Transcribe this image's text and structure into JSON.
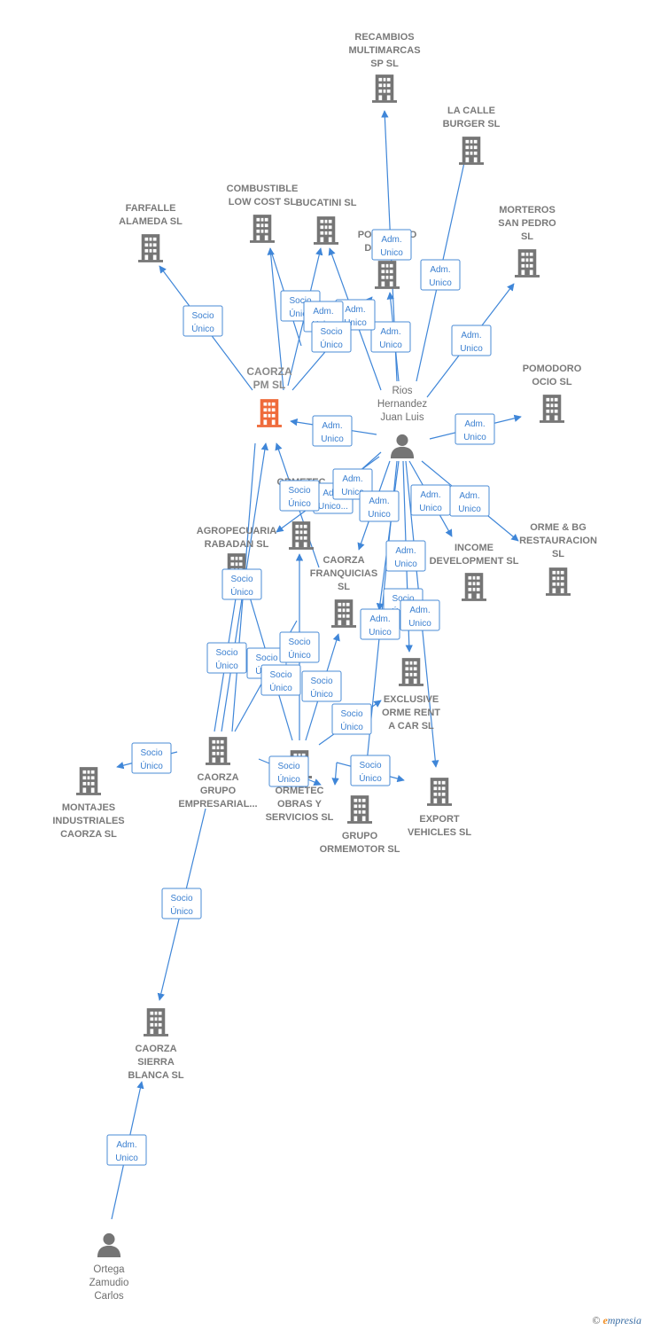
{
  "colors": {
    "edge": "#3f86d8",
    "node_building": "#757575",
    "node_highlight": "#ef6a3a",
    "person": "#757575",
    "text": "#7a7a7a"
  },
  "nodes": [
    {
      "id": "recambios",
      "type": "company",
      "icon": "building-icon",
      "lines": [
        "RECAMBIOS",
        "MULTIMARCAS",
        "SP SL"
      ]
    },
    {
      "id": "lacalle",
      "type": "company",
      "icon": "building-icon",
      "lines": [
        "LA CALLE",
        "BURGER  SL"
      ]
    },
    {
      "id": "combustible",
      "type": "company",
      "icon": "building-icon",
      "lines": [
        "COMBUSTIBLE",
        "LOW COST  SL"
      ]
    },
    {
      "id": "bucatini",
      "type": "company",
      "icon": "building-icon",
      "lines": [
        "BUCATINI  SL"
      ]
    },
    {
      "id": "farfalle",
      "type": "company",
      "icon": "building-icon",
      "lines": [
        "FARFALLE",
        "ALAMEDA  SL"
      ]
    },
    {
      "id": "pomodoro_del",
      "type": "company",
      "icon": "building-icon",
      "lines": [
        "POMODORO",
        "DEL ... SL"
      ]
    },
    {
      "id": "morteros",
      "type": "company",
      "icon": "building-icon",
      "lines": [
        "MORTEROS",
        "SAN PEDRO",
        "SL"
      ]
    },
    {
      "id": "caorza_pm",
      "type": "company",
      "icon": "building-icon",
      "highlight": true,
      "lines": [
        "CAORZA",
        "PM  SL"
      ]
    },
    {
      "id": "pomodoro_ocio",
      "type": "company",
      "icon": "building-icon",
      "lines": [
        "POMODORO",
        "OCIO  SL"
      ]
    },
    {
      "id": "ormetec_l",
      "type": "company",
      "icon": "building-icon",
      "lines": [
        "ORMETEC",
        "L..."
      ]
    },
    {
      "id": "agropecuaria",
      "type": "company",
      "icon": "building-icon",
      "lines": [
        "AGROPECUARIA",
        "RABADAN  SL"
      ]
    },
    {
      "id": "caorza_franq",
      "type": "company",
      "icon": "building-icon",
      "lines": [
        "CAORZA",
        "FRANQUICIAS",
        "SL"
      ]
    },
    {
      "id": "income",
      "type": "company",
      "icon": "building-icon",
      "lines": [
        "INCOME",
        "DEVELOPMENT SL"
      ]
    },
    {
      "id": "orme_bg",
      "type": "company",
      "icon": "building-icon",
      "lines": [
        "ORME & BG",
        "RESTAURACION",
        "SL"
      ]
    },
    {
      "id": "exclusive",
      "type": "company",
      "icon": "building-icon",
      "lines": [
        "EXCLUSIVE",
        "ORME RENT",
        "A CAR  SL"
      ]
    },
    {
      "id": "caorza_grupo",
      "type": "company",
      "icon": "building-icon",
      "lines": [
        "CAORZA",
        "GRUPO",
        "EMPRESARIAL..."
      ]
    },
    {
      "id": "ormetec_obras",
      "type": "company",
      "icon": "building-icon",
      "lines": [
        "ORMETEC",
        "OBRAS Y",
        "SERVICIOS  SL"
      ]
    },
    {
      "id": "grupo_ormemotor",
      "type": "company",
      "icon": "building-icon",
      "lines": [
        "GRUPO",
        "ORMEMOTOR SL"
      ]
    },
    {
      "id": "export",
      "type": "company",
      "icon": "building-icon",
      "lines": [
        "EXPORT",
        "VEHICLES  SL"
      ]
    },
    {
      "id": "montajes",
      "type": "company",
      "icon": "building-icon",
      "lines": [
        "MONTAJES",
        "INDUSTRIALES",
        "CAORZA SL"
      ]
    },
    {
      "id": "caorza_sierra",
      "type": "company",
      "icon": "building-icon",
      "lines": [
        "CAORZA",
        "SIERRA",
        "BLANCA  SL"
      ]
    },
    {
      "id": "rios",
      "type": "person",
      "icon": "person-icon",
      "lines": [
        "Rios",
        "Hernandez",
        "Juan Luis"
      ]
    },
    {
      "id": "ortega",
      "type": "person",
      "icon": "person-icon",
      "lines": [
        "Ortega",
        "Zamudio",
        "Carlos"
      ]
    }
  ],
  "edge_labels": [
    {
      "id": "e_recambios",
      "lines": [
        "Adm.",
        "Unico"
      ]
    },
    {
      "id": "e_lacalle",
      "lines": [
        "Adm.",
        "Unico"
      ]
    },
    {
      "id": "e_pomodoro_del",
      "lines": [
        "Adm.",
        "Unico"
      ]
    },
    {
      "id": "e_pomodoro_del2",
      "lines": [
        "Adm.",
        "Unico"
      ]
    },
    {
      "id": "e_morteros",
      "lines": [
        "Adm.",
        "Unico"
      ]
    },
    {
      "id": "e_farfalle",
      "lines": [
        "Socio",
        "Único"
      ]
    },
    {
      "id": "e_combustible",
      "lines": [
        "Socio",
        "Único"
      ]
    },
    {
      "id": "e_bucatini_hidden",
      "lines": [
        "Adm.",
        "Unico"
      ]
    },
    {
      "id": "e_bucatini",
      "lines": [
        "Socio",
        "Único"
      ]
    },
    {
      "id": "e_caorza_pm",
      "lines": [
        "Adm.",
        "Unico"
      ]
    },
    {
      "id": "e_pomodoro_ocio",
      "lines": [
        "Adm.",
        "Unico"
      ]
    },
    {
      "id": "e_ormetec_l_adm",
      "lines": [
        "Adm.",
        "Unico..."
      ]
    },
    {
      "id": "e_ormetec_l",
      "lines": [
        "Socio",
        "Único"
      ]
    },
    {
      "id": "e_ormetec_l2",
      "lines": [
        "Adm.",
        "Unico"
      ]
    },
    {
      "id": "e_franq",
      "lines": [
        "Adm.",
        "Unico"
      ]
    },
    {
      "id": "e_income",
      "lines": [
        "Adm.",
        "Unico"
      ]
    },
    {
      "id": "e_orme_bg",
      "lines": [
        "Adm.",
        "Unico"
      ]
    },
    {
      "id": "e_exclusive",
      "lines": [
        "Adm.",
        "Unico"
      ]
    },
    {
      "id": "e_exclusive2",
      "lines": [
        "Socio",
        "Único"
      ]
    },
    {
      "id": "e_exclusive3",
      "lines": [
        "Adm.",
        "Unico"
      ]
    },
    {
      "id": "e_export",
      "lines": [
        "Adm.",
        "Unico"
      ]
    },
    {
      "id": "e_agro",
      "lines": [
        "Socio",
        "Único"
      ]
    },
    {
      "id": "e_grupo_pm",
      "lines": [
        "Socio",
        "Único"
      ]
    },
    {
      "id": "e_grupo_x1",
      "lines": [
        "Socio",
        "Único"
      ]
    },
    {
      "id": "e_grupo_x2",
      "lines": [
        "Socio",
        "Único"
      ]
    },
    {
      "id": "e_grupo_x3",
      "lines": [
        "Socio",
        "Único"
      ]
    },
    {
      "id": "e_grupo_x4",
      "lines": [
        "Socio",
        "Único"
      ]
    },
    {
      "id": "e_grupo_excl",
      "lines": [
        "Socio",
        "Único"
      ]
    },
    {
      "id": "e_montajes",
      "lines": [
        "Socio",
        "Único"
      ]
    },
    {
      "id": "e_obras",
      "lines": [
        "Socio",
        "Único"
      ]
    },
    {
      "id": "e_ormemotor",
      "lines": [
        "Socio",
        "Único"
      ]
    },
    {
      "id": "e_sierra",
      "lines": [
        "Socio",
        "Único"
      ]
    },
    {
      "id": "e_ortega",
      "lines": [
        "Adm.",
        "Unico"
      ]
    }
  ],
  "copyright": {
    "symbol": "©",
    "brand_initial": "e",
    "brand_rest": "mpresia"
  }
}
